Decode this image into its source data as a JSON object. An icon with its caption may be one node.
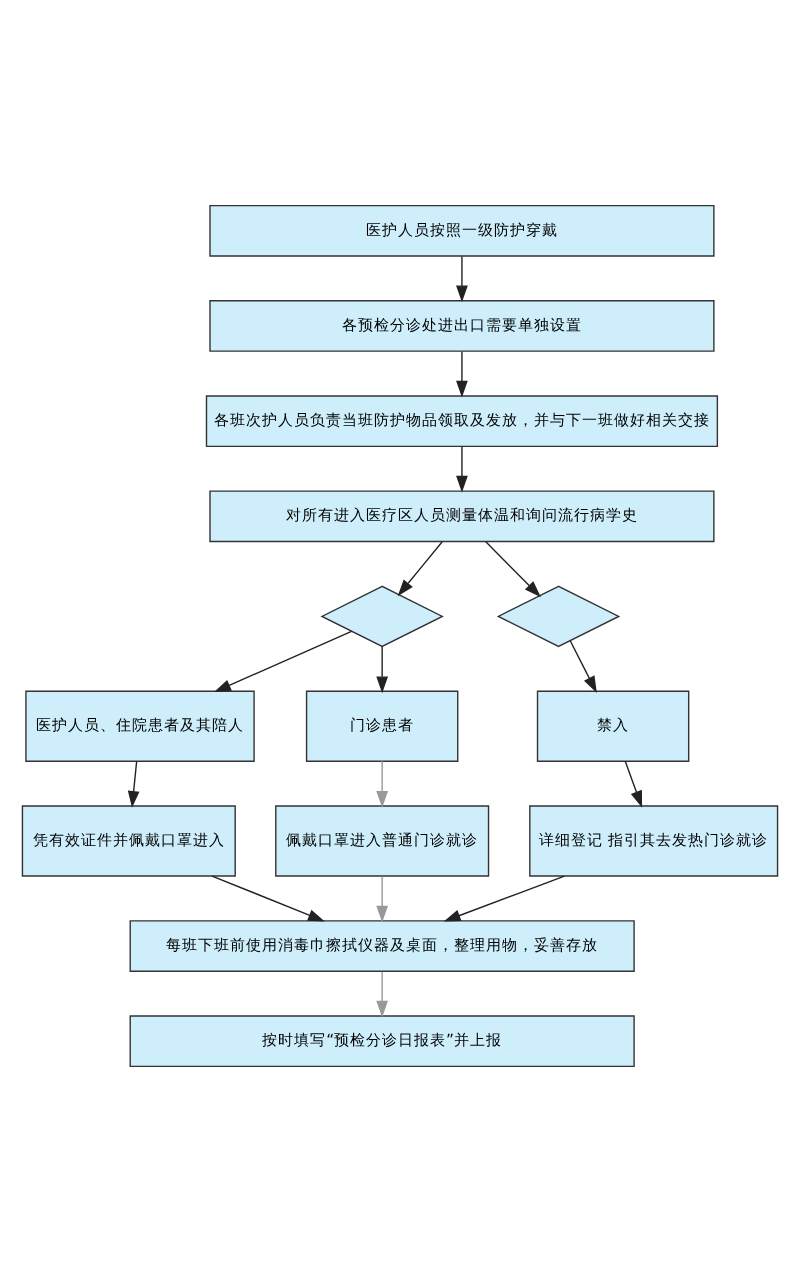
{
  "diagram": {
    "nodes": [
      {
        "text": [
          "医护人员按照一级防护穿戴"
        ]
      },
      {
        "text": [
          "各预检分诊处进出口需要单独设置"
        ]
      },
      {
        "text": [
          "各班次护人员负责当班防护物品领取及发放，并与下一班做好相关交接"
        ]
      },
      {
        "text": [
          "对所有进入医疗区人员测量体温和询问流行病学史"
        ]
      },
      {
        "text": [],
        "shape": "diamond"
      },
      {
        "text": [],
        "shape": "diamond"
      },
      {
        "text": [
          "医护人员、住院患者及其陪人"
        ]
      },
      {
        "text": [
          "门诊患者"
        ]
      },
      {
        "text": [
          "禁入"
        ]
      },
      {
        "text": [
          "凭有效证件并佩戴口罩进入"
        ]
      },
      {
        "text": [
          "佩戴口罩进入普通门诊就诊"
        ]
      },
      {
        "text": [
          "详细登记 指引其去发热门诊就诊"
        ]
      },
      {
        "text": [
          "每班下班前使用消毒巾擦拭仪器及桌面，整理用物，妥善存放"
        ]
      },
      {
        "text": [
          "按时填写“预检分诊日报表”并上报"
        ]
      }
    ],
    "edges": [
      {
        "from": 0,
        "to": 1,
        "arrow": "to"
      },
      {
        "from": 1,
        "to": 2,
        "arrow": "to"
      },
      {
        "from": 2,
        "to": 3,
        "arrow": "to"
      },
      {
        "from": 3,
        "to": 4,
        "arrow": "to"
      },
      {
        "from": 3,
        "to": 5,
        "arrow": "to"
      },
      {
        "from": 4,
        "to": 6,
        "arrow": "to"
      },
      {
        "from": 4,
        "to": 7,
        "arrow": "to"
      },
      {
        "from": 5,
        "to": 8,
        "arrow": "to"
      },
      {
        "from": 6,
        "to": 9,
        "arrow": "to"
      },
      {
        "from": 7,
        "to": 10,
        "arrow": "to",
        "color": "#999999"
      },
      {
        "from": 8,
        "to": 11,
        "arrow": "to"
      },
      {
        "from": 9,
        "to": 12,
        "arrow": "to"
      },
      {
        "from": 10,
        "to": 12,
        "arrow": "to",
        "color": "#999999"
      },
      {
        "from": 11,
        "to": 12,
        "arrow": "to"
      },
      {
        "from": 12,
        "to": 13,
        "arrow": "to",
        "color": "#999999"
      }
    ]
  }
}
